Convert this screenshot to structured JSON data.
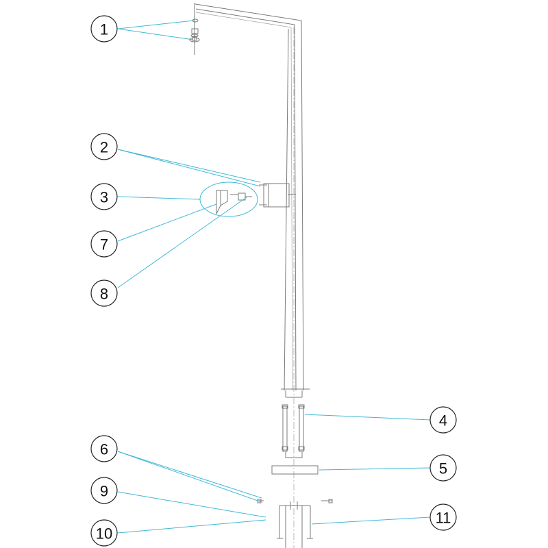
{
  "colors": {
    "leader": "#3fb8d6",
    "outline": "#7a7a7a",
    "callout_stroke": "#222222"
  },
  "callouts": [
    {
      "label": "1"
    },
    {
      "label": "2"
    },
    {
      "label": "3"
    },
    {
      "label": "7"
    },
    {
      "label": "8"
    },
    {
      "label": "4"
    },
    {
      "label": "5"
    },
    {
      "label": "6"
    },
    {
      "label": "9"
    },
    {
      "label": "10"
    },
    {
      "label": "11"
    }
  ]
}
